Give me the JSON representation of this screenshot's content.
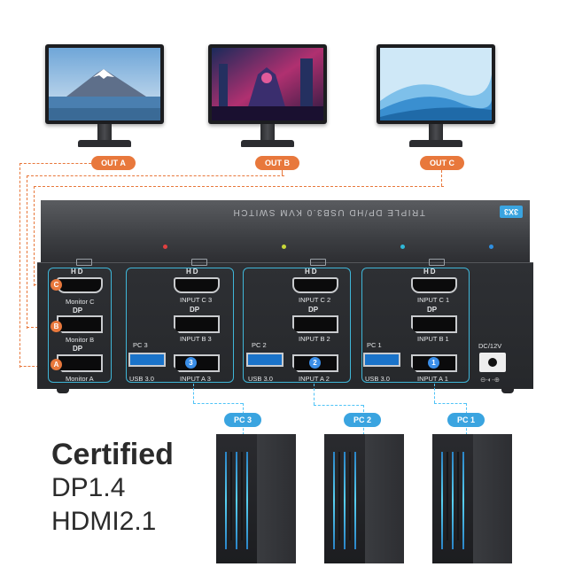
{
  "monitors": [
    {
      "label": "OUT A"
    },
    {
      "label": "OUT B"
    },
    {
      "label": "OUT C"
    }
  ],
  "kvm": {
    "title": "TRIPLE DP/HD USB3.0 KVM SWITCH",
    "badge": "3X3",
    "led_colors": [
      "#e04040",
      "#c8d838",
      "#2fb8d8",
      "#2f8fe0"
    ],
    "monitor_group": {
      "hd_label": "HD",
      "dp_label": "DP",
      "outputs": [
        {
          "marker": "C",
          "label": "Monitor C"
        },
        {
          "marker": "B",
          "label": "Monitor B"
        },
        {
          "marker": "A",
          "label": "Monitor A"
        }
      ]
    },
    "input_groups": [
      {
        "hd_label": "HD",
        "hdmi_label": "INPUT C 3",
        "dp_label": "INPUT B 3",
        "dp2_label": "INPUT A 3",
        "pc_label": "PC 3",
        "usb_label": "USB 3.0",
        "number": "3"
      },
      {
        "hd_label": "HD",
        "hdmi_label": "INPUT C 2",
        "dp_label": "INPUT B 2",
        "dp2_label": "INPUT A 2",
        "pc_label": "PC 2",
        "usb_label": "USB 3.0",
        "number": "2"
      },
      {
        "hd_label": "HD",
        "hdmi_label": "INPUT C 1",
        "dp_label": "INPUT B 1",
        "dp2_label": "INPUT A 1",
        "pc_label": "PC 1",
        "usb_label": "USB 3.0",
        "number": "1"
      }
    ],
    "dp_small_label": "DP",
    "power_label": "DC/12V"
  },
  "pcs": [
    {
      "label": "PC 3"
    },
    {
      "label": "PC 2"
    },
    {
      "label": "PC 1"
    }
  ],
  "features": {
    "line1": "Certified",
    "line2": "DP1.4",
    "line3": "HDMI2.1"
  },
  "colors": {
    "accent_orange": "#e8783c",
    "accent_blue": "#3aa4e0"
  }
}
